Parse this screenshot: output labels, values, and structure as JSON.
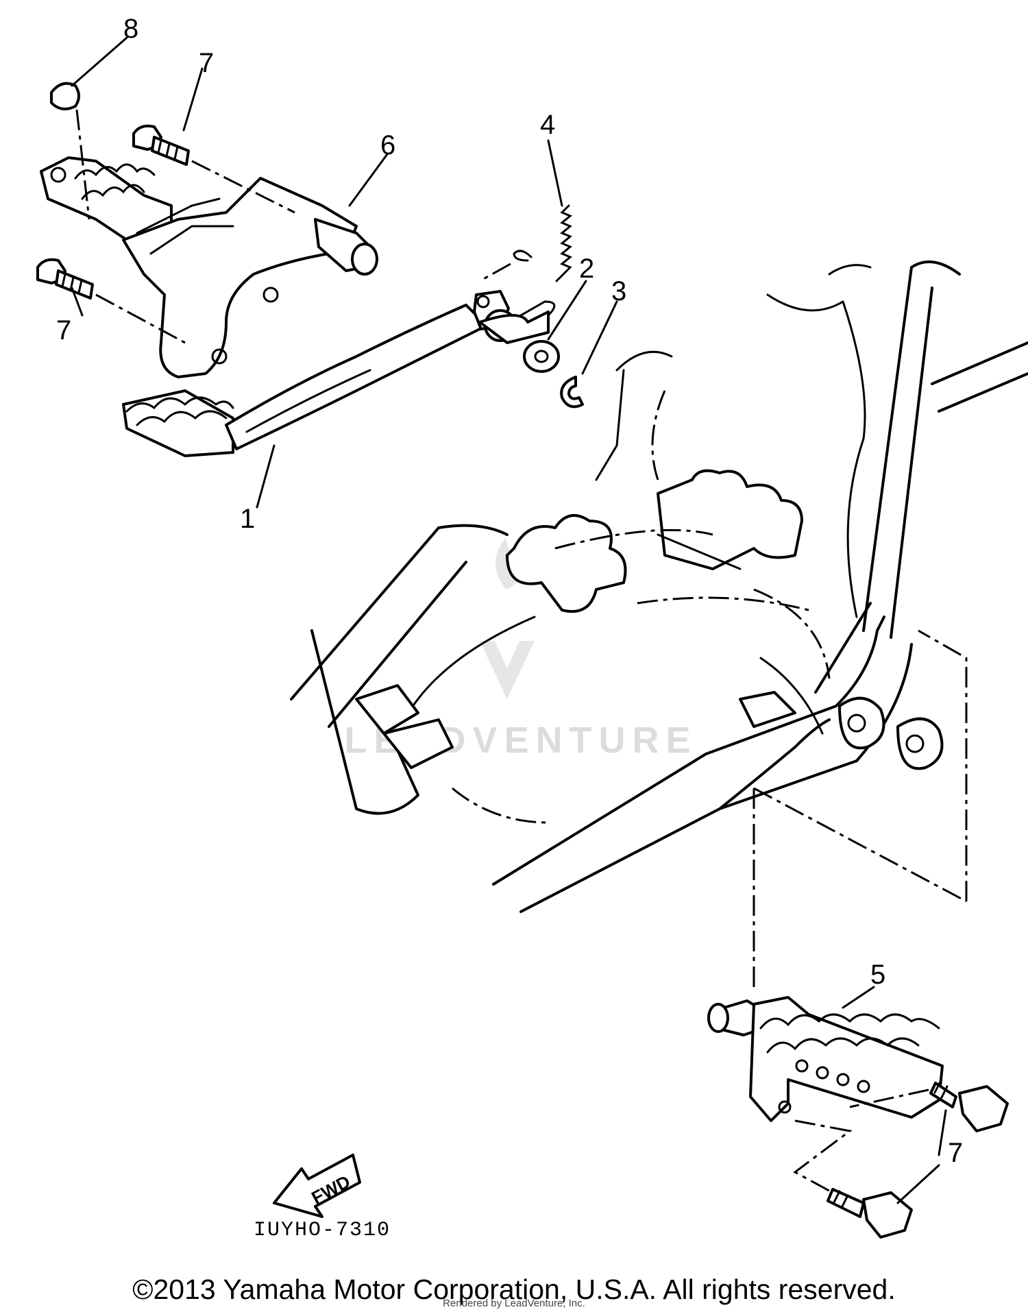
{
  "callouts": [
    {
      "id": "1",
      "label": "1"
    },
    {
      "id": "2",
      "label": "2"
    },
    {
      "id": "3",
      "label": "3"
    },
    {
      "id": "4",
      "label": "4"
    },
    {
      "id": "5",
      "label": "5"
    },
    {
      "id": "6",
      "label": "6"
    },
    {
      "id": "7a",
      "label": "7"
    },
    {
      "id": "7b",
      "label": "7"
    },
    {
      "id": "7c",
      "label": "7"
    },
    {
      "id": "8",
      "label": "8"
    }
  ],
  "fwd_label": "FWD",
  "drawing_code": "IUYHO-7310",
  "watermark": "LEADVENTURE",
  "copyright": "©2013 Yamaha Motor Corporation, U.S.A. All rights reserved.",
  "rendered_by": "Rendered by LeadVenture, Inc."
}
